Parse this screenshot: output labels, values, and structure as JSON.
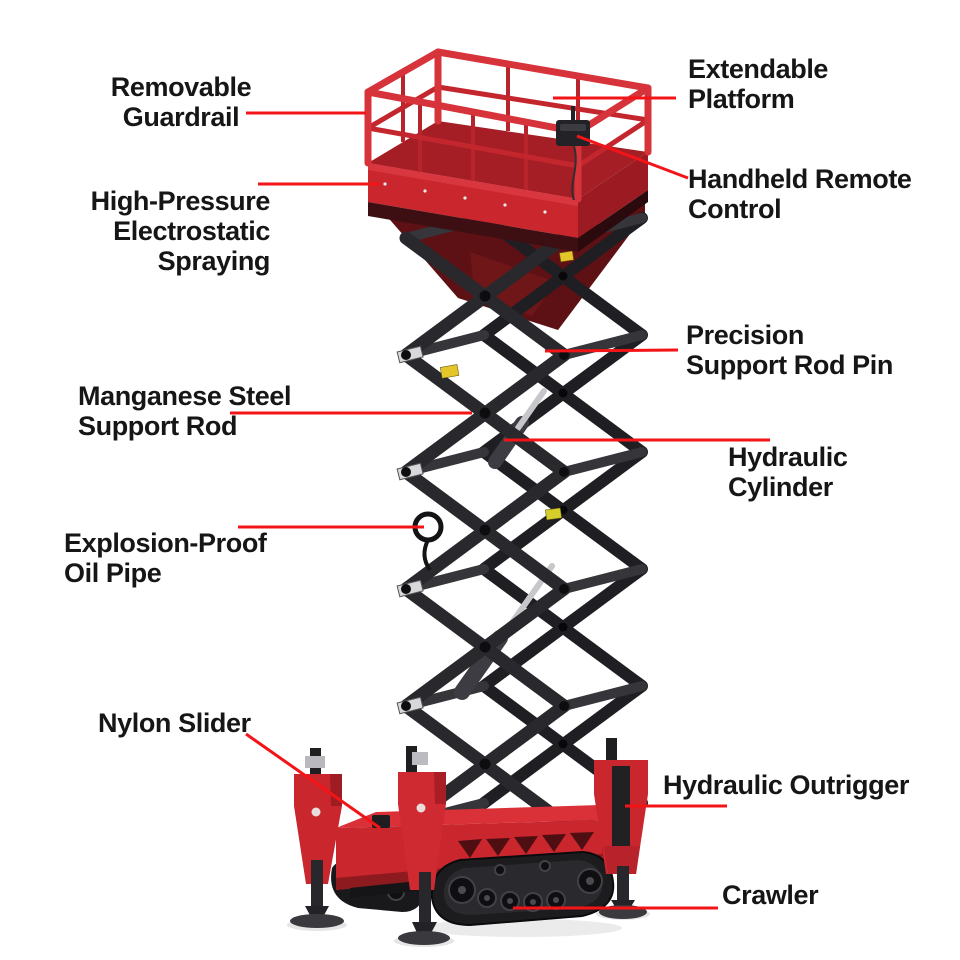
{
  "diagram": {
    "illustration": {
      "type": "crawler-scissor-lift",
      "components": [
        "guardrail-basket",
        "extendable-platform",
        "remote-control-box",
        "scissor-mechanism",
        "hydraulic-cylinder",
        "oil-pipe-coil",
        "base-chassis",
        "nylon-slider-block",
        "hydraulic-outriggers",
        "crawler-tracks"
      ]
    },
    "labels": {
      "removable_guardrail": {
        "line1": "Removable",
        "line2": "Guardrail"
      },
      "extendable_platform": {
        "line1": "Extendable",
        "line2": "Platform"
      },
      "handheld_remote": {
        "line1": "Handheld Remote",
        "line2": "Control"
      },
      "electrostatic_spraying": {
        "line1": "High-Pressure",
        "line2": "Electrostatic",
        "line3": "Spraying"
      },
      "support_rod_pin": {
        "line1": "Precision",
        "line2": "Support Rod Pin"
      },
      "manganese_rod": {
        "line1": "Manganese Steel",
        "line2": "Support Rod"
      },
      "hydraulic_cylinder": {
        "line1": "Hydraulic",
        "line2": "Cylinder"
      },
      "oil_pipe": {
        "line1": "Explosion-Proof",
        "line2": "Oil Pipe"
      },
      "nylon_slider": {
        "line1": "Nylon Slider"
      },
      "hydraulic_outrigger": {
        "line1": "Hydraulic Outrigger"
      },
      "crawler": {
        "line1": "Crawler"
      }
    },
    "colors": {
      "background": "#ffffff",
      "text": "#161616",
      "leader_line": "#f31418",
      "machine_red": "#c9262e",
      "machine_red_bright": "#d6333a",
      "machine_red_dark": "#8f1b20",
      "steel_dark": "#232327",
      "sticker_yellow": "#e4c62b"
    }
  }
}
